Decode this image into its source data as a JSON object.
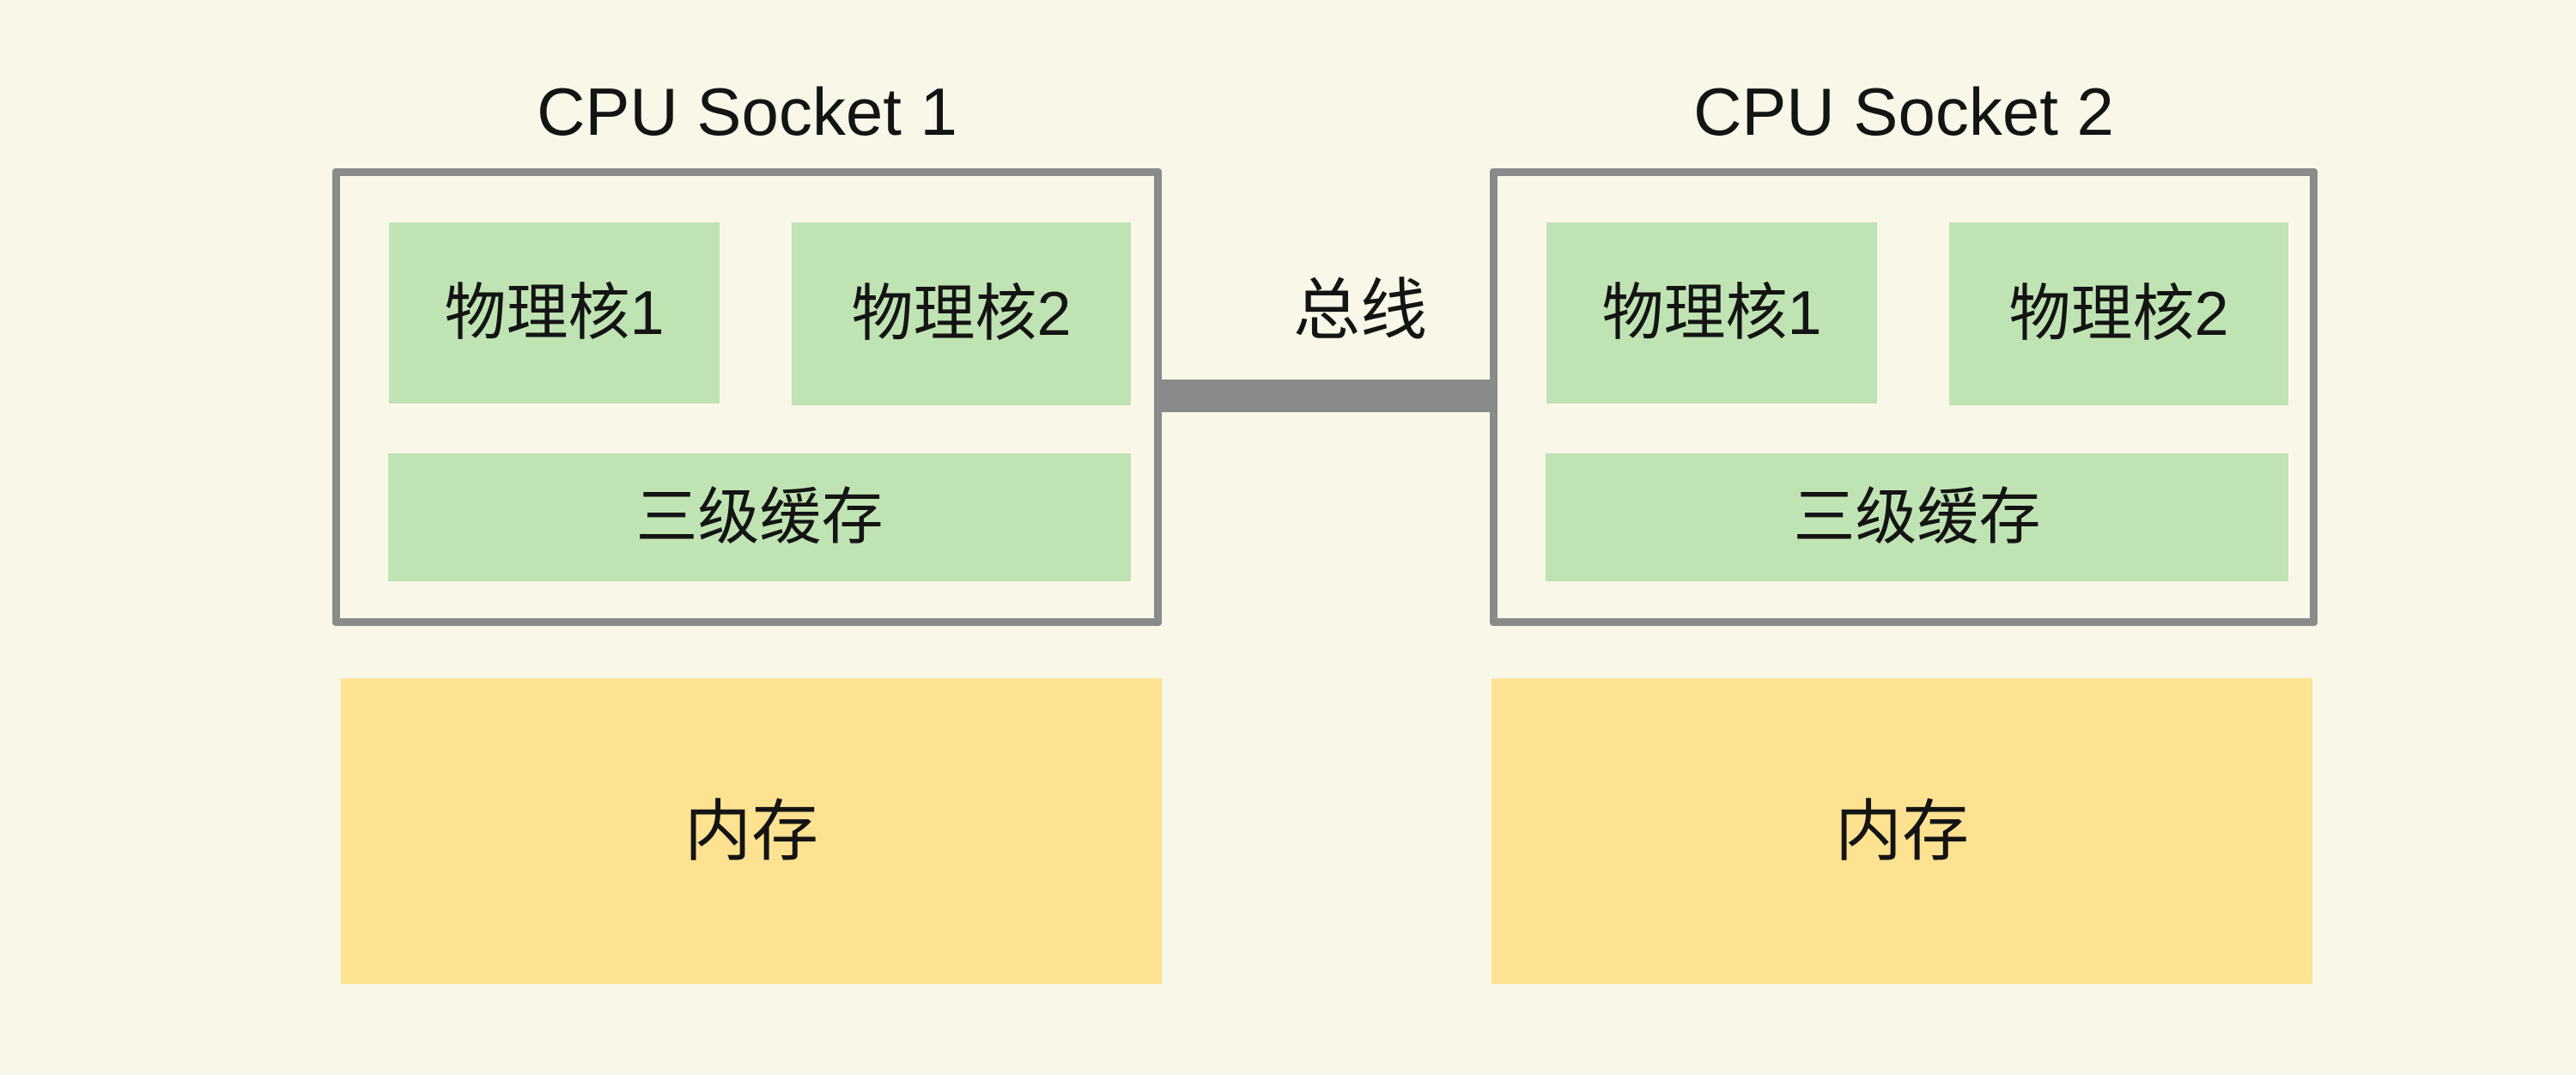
{
  "diagram": {
    "bus": {
      "label": "总线"
    },
    "sockets": [
      {
        "title": "CPU Socket 1",
        "cores": [
          {
            "label": "物理核1"
          },
          {
            "label": "物理核2"
          }
        ],
        "cache": {
          "label": "三级缓存"
        },
        "memory": {
          "label": "内存"
        }
      },
      {
        "title": "CPU Socket 2",
        "cores": [
          {
            "label": "物理核1"
          },
          {
            "label": "物理核2"
          }
        ],
        "cache": {
          "label": "三级缓存"
        },
        "memory": {
          "label": "内存"
        }
      }
    ],
    "palette": {
      "background": "#F9F7E8",
      "socket_fill": "#F9F7E8",
      "socket_border": "#8A8A8A",
      "core_fill": "#C0E3B4",
      "memory_fill": "#FCE291",
      "bus_fill": "#8A8A8A",
      "text": "#141414"
    }
  }
}
